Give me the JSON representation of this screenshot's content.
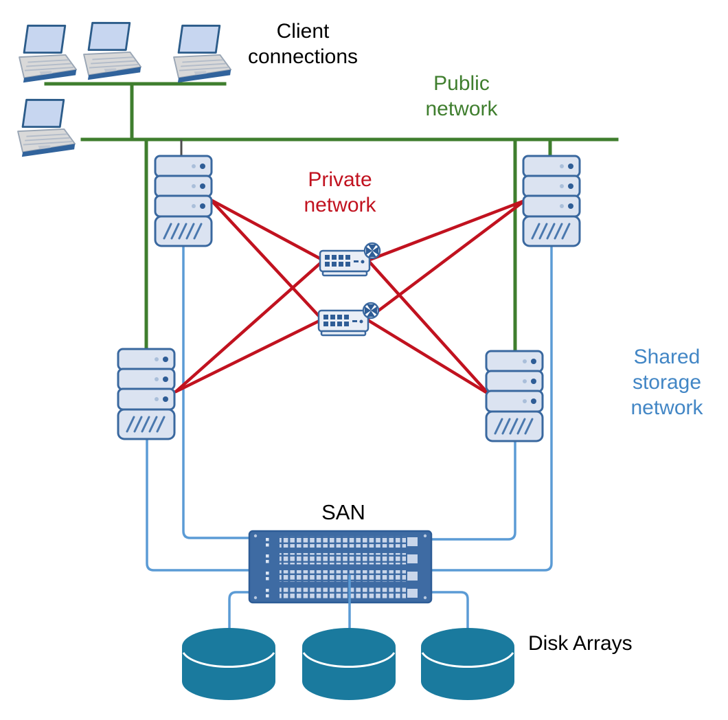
{
  "labels": {
    "client_connections": "Client\nconnections",
    "public_network": "Public\nnetwork",
    "private_network": "Private\nnetwork",
    "shared_storage_network": "Shared\nstorage\nnetwork",
    "san": "SAN",
    "disk_arrays": "Disk Arrays"
  },
  "colors": {
    "public_network": "#3f7e2e",
    "private_network": "#c1121f",
    "storage_network": "#5b9bd5",
    "storage_label": "#4286c5",
    "uplink_gray": "#4d4d4d",
    "text_color": "#000000",
    "san_body": "#3e6ba3",
    "disk_fill": "#1a7a9e",
    "server_fill": "#dbe3f1",
    "server_border": "#3a689f",
    "laptop_screen": "#c7d6f0",
    "laptop_body": "#d9d9d9"
  },
  "nodes": {
    "client_laptops": 4,
    "cluster_servers": 4,
    "private_switches": 2,
    "san_switches": 1,
    "disk_arrays": 3
  }
}
